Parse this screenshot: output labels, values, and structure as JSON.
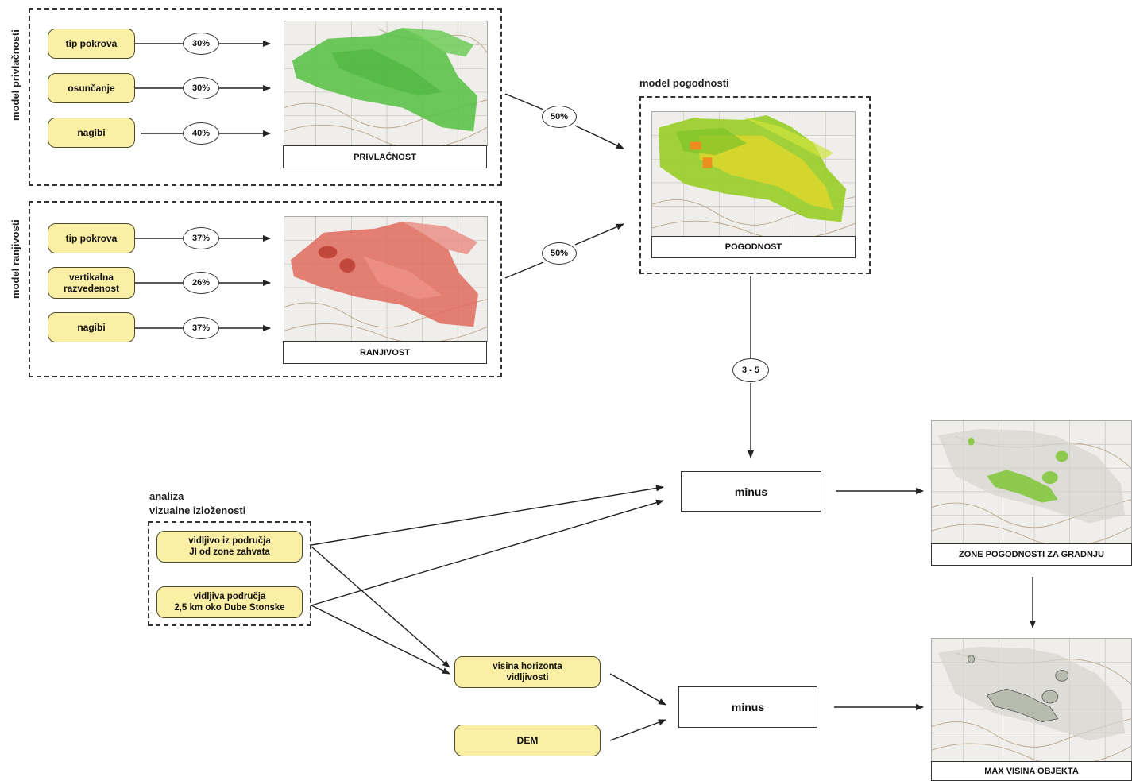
{
  "models": {
    "attractiveness": {
      "side_label": "model privlačnosti",
      "inputs": [
        {
          "label": "tip pokrova",
          "weight": "30%"
        },
        {
          "label": "osunčanje",
          "weight": "30%"
        },
        {
          "label": "nagibi",
          "weight": "40%"
        }
      ],
      "output_label": "PRIVLAČNOST",
      "to_suitability_weight": "50%"
    },
    "vulnerability": {
      "side_label": "model ranjivosti",
      "inputs": [
        {
          "label": "tip pokrova",
          "weight": "37%"
        },
        {
          "label": "vertikalna\nrazvedenost",
          "weight": "26%"
        },
        {
          "label": "nagibi",
          "weight": "37%"
        }
      ],
      "output_label": "RANJIVOST",
      "to_suitability_weight": "50%"
    }
  },
  "suitability": {
    "title": "model pogodnosti",
    "output_label": "POGODNOST",
    "range_label": "3 - 5"
  },
  "visual_exposure": {
    "title_line1": "analiza",
    "title_line2": "vizualne izloženosti",
    "inputs": [
      {
        "label": "vidljivo iz područja\nJI od zone zahvata"
      },
      {
        "label": "vidljiva područja\n2,5 km oko Dube Stonske"
      }
    ]
  },
  "operations": {
    "minus_top": "minus",
    "minus_bottom": "minus",
    "horizon": "visina horizonta\nvidljivosti",
    "dem": "DEM"
  },
  "results": {
    "zones_label": "ZONE POGODNOSTI ZA GRADNJU",
    "max_height_label": "MAX VISINA OBJEKTA"
  },
  "colors": {
    "input_fill": "#fbefa6",
    "attractiveness_map": "#5cc24a",
    "vulnerability_map": "#e06a5e",
    "suitability_map": "#9ccf2f",
    "suitability_hot": "#f08a1e",
    "zones_green": "#8cc94c"
  },
  "icons": [
    "arrow-right",
    "arrow-down",
    "map-thumbnail"
  ]
}
